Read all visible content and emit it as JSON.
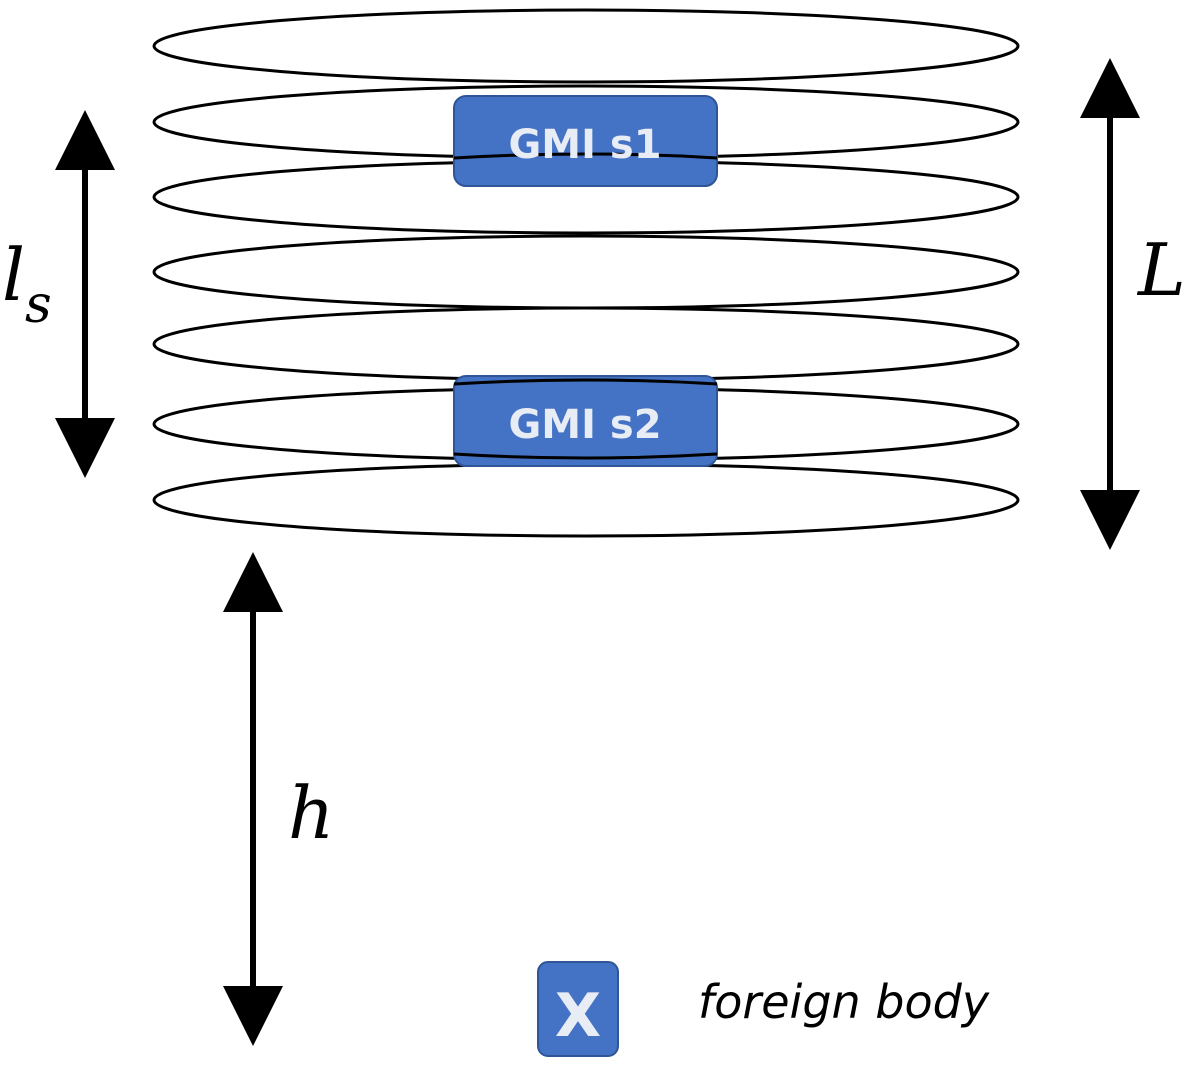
{
  "colors": {
    "sensor_fill": "#4472c4",
    "sensor_border": "#2f5597",
    "sensor_text": "#e8ecf4",
    "line": "#000000"
  },
  "coil": {
    "turns": 7
  },
  "sensors": [
    {
      "id": "s1",
      "label": "GMI s1"
    },
    {
      "id": "s2",
      "label": "GMI s2"
    }
  ],
  "dimensions": {
    "sensor_spacing": {
      "symbol": "l",
      "subscript": "s"
    },
    "coil_length": {
      "symbol": "L"
    },
    "height": {
      "symbol": "h"
    }
  },
  "legend": {
    "marker": "X",
    "label": "foreign body"
  }
}
